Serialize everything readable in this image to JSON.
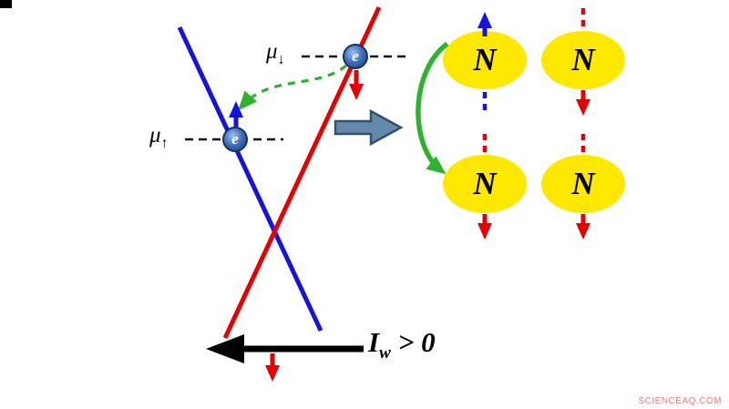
{
  "labels": {
    "mu_symbol": "μ",
    "down_subscript": "↓",
    "up_subscript": "↑",
    "electron_symbol": "e",
    "current_symbol": "I",
    "current_subscript": "w",
    "current_relation": "> 0",
    "watermark": "SCIENCEAQ.COM"
  },
  "nuclei": [
    {
      "label": "N"
    },
    {
      "label": "N"
    },
    {
      "label": "N"
    },
    {
      "label": "N"
    }
  ],
  "colors": {
    "spin_down_band": "#e60000",
    "spin_up_band": "#1414dd",
    "level_dashes": "#111111",
    "nucleus_fill": "#ffe800",
    "transition_green": "#2db32d",
    "block_arrow_fill": "#6688aa",
    "block_arrow_edge": "#31506e",
    "current_arrow": "#000000",
    "electron_edge": "#16325e",
    "watermark": "#e28080"
  }
}
